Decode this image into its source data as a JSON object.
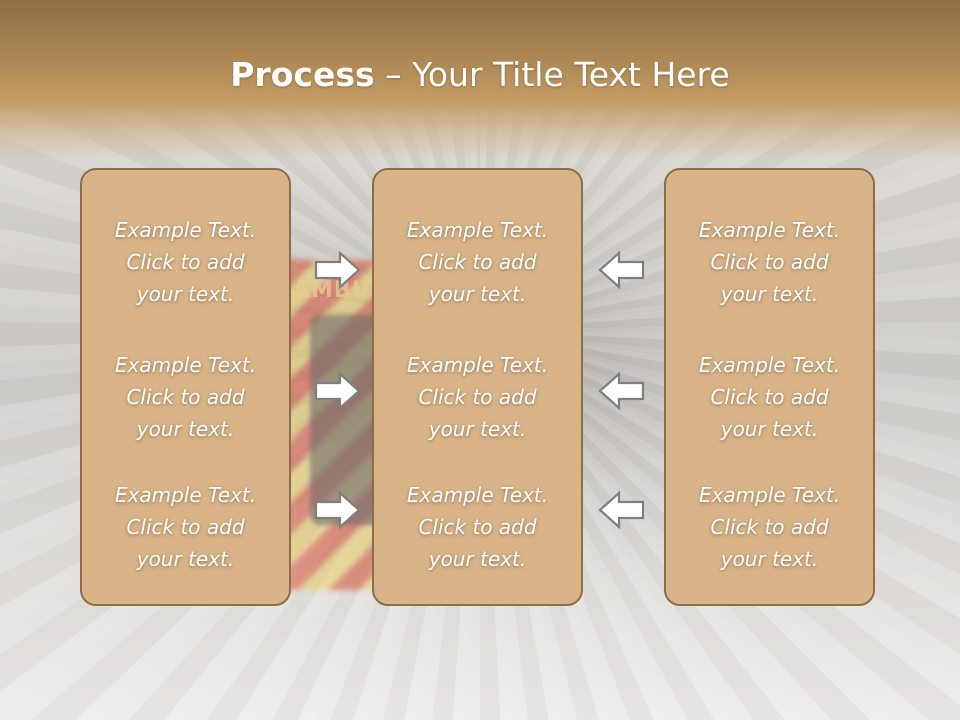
{
  "slide": {
    "title": {
      "strong": "Process",
      "rest": " – Your Title Text Here"
    },
    "background_text": "AMBU",
    "columns": [
      {
        "items": [
          {
            "line1": "Example Text.",
            "line2": "Click  to add",
            "line3": "your text."
          },
          {
            "line1": "Example Text.",
            "line2": "Click  to add",
            "line3": "your text."
          },
          {
            "line1": "Example Text.",
            "line2": "Click  to add",
            "line3": "your text."
          }
        ]
      },
      {
        "items": [
          {
            "line1": "Example Text.",
            "line2": "Click  to add",
            "line3": "your text."
          },
          {
            "line1": "Example Text.",
            "line2": "Click  to add",
            "line3": "your text."
          },
          {
            "line1": "Example Text.",
            "line2": "Click  to add",
            "line3": "your text."
          }
        ]
      },
      {
        "items": [
          {
            "line1": "Example Text.",
            "line2": "Click  to add",
            "line3": "your text."
          },
          {
            "line1": "Example Text.",
            "line2": "Click  to add",
            "line3": "your text."
          },
          {
            "line1": "Example Text.",
            "line2": "Click  to add",
            "line3": "your text."
          }
        ]
      }
    ],
    "arrows": {
      "left_group": "arrow-right-icon",
      "right_group": "arrow-left-icon"
    },
    "colors": {
      "header": "#b08a58",
      "panel_fill": "#d8b488",
      "panel_border": "#8b6d49",
      "arrow_stroke": "#7f7f7f",
      "text": "#ffffff"
    }
  }
}
